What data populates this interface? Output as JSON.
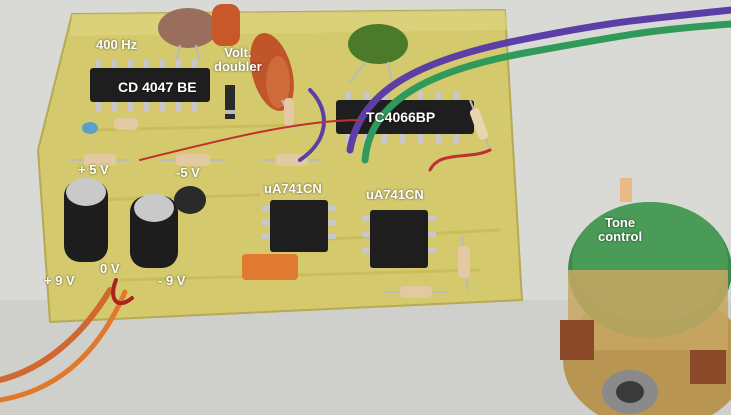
{
  "labels": {
    "freq": "400 Hz",
    "cd4047": "CD 4047 BE",
    "volt_doubler_1": "Volt.",
    "volt_doubler_2": "doubler",
    "tc4066": "TC4066BP",
    "plus5": "+ 5 V",
    "minus5": "-5 V",
    "ua741_left": "uA741CN",
    "ua741_right": "uA741CN",
    "plus9": "+ 9 V",
    "zero": "0 V",
    "minus9": "- 9 V",
    "tone_1": "Tone",
    "tone_2": "control"
  },
  "colors": {
    "background": "#d9d9d6",
    "pcb": "#d8cf72",
    "wire_green": "#2f9a5a",
    "wire_purple": "#5b3fa6",
    "potentiometer_green": "#3c8a4a",
    "label_text": "#ffffff"
  }
}
